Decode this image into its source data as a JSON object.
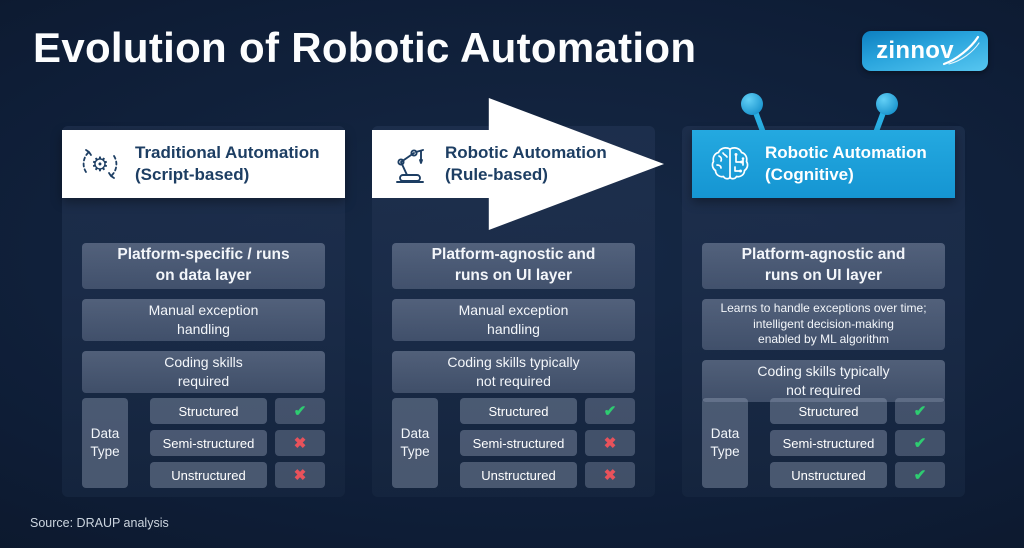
{
  "title": "Evolution of Robotic Automation",
  "logo": {
    "text": "zinnov"
  },
  "source": "Source: DRAUP analysis",
  "columns": [
    {
      "header": {
        "title": "Traditional Automation\n(Script-based)",
        "icon": "gear-cycle"
      },
      "features": [
        "Platform-specific / runs\non data layer",
        "Manual exception\nhandling",
        "Coding skills\nrequired"
      ],
      "data_type": {
        "label": "Data\nType",
        "rows": [
          {
            "label": "Structured",
            "supported": true,
            "mark": "✔",
            "mark_color": "#2ECC71"
          },
          {
            "label": "Semi-structured",
            "supported": false,
            "mark": "✖",
            "mark_color": "#E8525B"
          },
          {
            "label": "Unstructured",
            "supported": false,
            "mark": "✖",
            "mark_color": "#E8525B"
          }
        ]
      }
    },
    {
      "header": {
        "title": "Robotic Automation\n(Rule-based)",
        "icon": "robot-arm"
      },
      "features": [
        "Platform-agnostic and\nruns on UI layer",
        "Manual exception\nhandling",
        "Coding skills typically\nnot required"
      ],
      "data_type": {
        "label": "Data\nType",
        "rows": [
          {
            "label": "Structured",
            "supported": true,
            "mark": "✔",
            "mark_color": "#2ECC71"
          },
          {
            "label": "Semi-structured",
            "supported": false,
            "mark": "✖",
            "mark_color": "#E8525B"
          },
          {
            "label": "Unstructured",
            "supported": false,
            "mark": "✖",
            "mark_color": "#E8525B"
          }
        ]
      }
    },
    {
      "header": {
        "title": "Robotic Automation\n(Cognitive)",
        "icon": "brain-circuit"
      },
      "features": [
        "Platform-agnostic and\nruns on UI layer",
        "Learns to handle exceptions over time;\nintelligent decision-making\nenabled by ML algorithm",
        "Coding skills typically\nnot required"
      ],
      "data_type": {
        "label": "Data\nType",
        "rows": [
          {
            "label": "Structured",
            "supported": true,
            "mark": "✔",
            "mark_color": "#2ECC71"
          },
          {
            "label": "Semi-structured",
            "supported": true,
            "mark": "✔",
            "mark_color": "#2ECC71"
          },
          {
            "label": "Unstructured",
            "supported": true,
            "mark": "✔",
            "mark_color": "#2ECC71"
          }
        ]
      }
    }
  ]
}
